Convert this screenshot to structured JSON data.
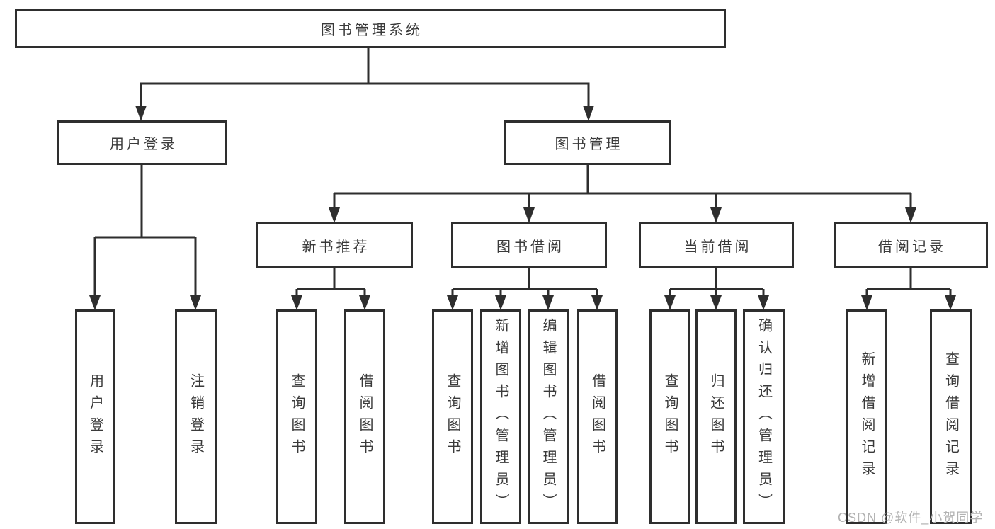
{
  "diagram": {
    "type": "hierarchy-tree",
    "nodes": {
      "root": "图书管理系统",
      "user_login": "用户登录",
      "book_management": "图书管理",
      "new_book_recommend": "新书推荐",
      "book_borrowing": "图书借阅",
      "current_borrowing": "当前借阅",
      "borrowing_records": "借阅记录",
      "leaf_user_login": "用户登录",
      "leaf_logout": "注销登录",
      "recommend_query_books": "查询图书",
      "recommend_borrow_books": "借阅图书",
      "borrowing_query_books": "查询图书",
      "borrowing_add_books_admin": "新增图书（管理员）",
      "borrowing_edit_books_admin": "编辑图书（管理员）",
      "borrowing_borrow_books": "借阅图书",
      "current_query_books": "查询图书",
      "current_return_books": "归还图书",
      "current_confirm_return_admin": "确认归还（管理员）",
      "records_add_record": "新增借阅记录",
      "records_query_record": "查询借阅记录"
    },
    "edges": [
      [
        "root",
        "user_login"
      ],
      [
        "root",
        "book_management"
      ],
      [
        "user_login",
        "leaf_user_login"
      ],
      [
        "user_login",
        "leaf_logout"
      ],
      [
        "book_management",
        "new_book_recommend"
      ],
      [
        "book_management",
        "book_borrowing"
      ],
      [
        "book_management",
        "current_borrowing"
      ],
      [
        "book_management",
        "borrowing_records"
      ],
      [
        "new_book_recommend",
        "recommend_query_books"
      ],
      [
        "new_book_recommend",
        "recommend_borrow_books"
      ],
      [
        "book_borrowing",
        "borrowing_query_books"
      ],
      [
        "book_borrowing",
        "borrowing_add_books_admin"
      ],
      [
        "book_borrowing",
        "borrowing_edit_books_admin"
      ],
      [
        "book_borrowing",
        "borrowing_borrow_books"
      ],
      [
        "current_borrowing",
        "current_query_books"
      ],
      [
        "current_borrowing",
        "current_return_books"
      ],
      [
        "current_borrowing",
        "current_confirm_return_admin"
      ],
      [
        "borrowing_records",
        "records_add_record"
      ],
      [
        "borrowing_records",
        "records_query_record"
      ]
    ]
  },
  "watermark": {
    "text": "CSDN @软件_小贺同学"
  },
  "colors": {
    "line": "#2e2e2e",
    "box_border": "#2e2e2e",
    "text": "#3a3a3a",
    "watermark": "#b2b2b2",
    "background": "#ffffff"
  }
}
